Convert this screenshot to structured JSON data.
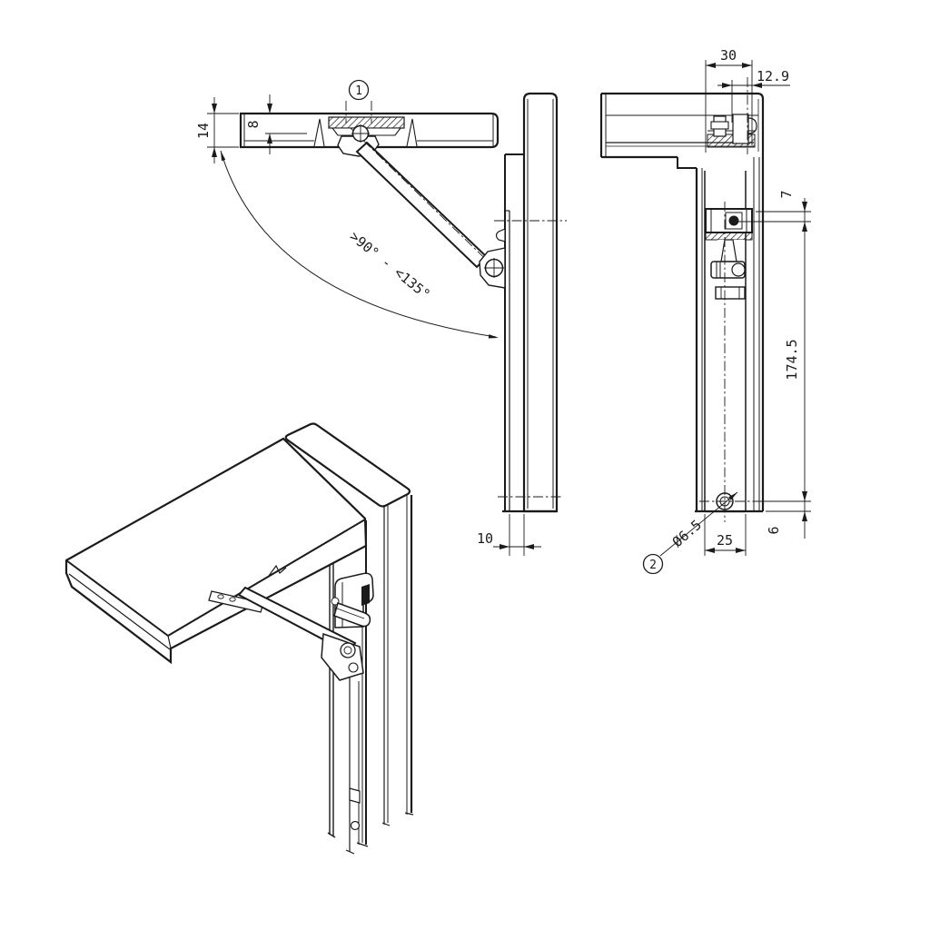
{
  "drawing": {
    "dims": {
      "t14": "14",
      "t8": "8",
      "angle": ">90° - <135°",
      "t10": "10",
      "t30": "30",
      "t129": "12.9",
      "t7": "7",
      "t1745": "174.5",
      "thole": "Ø6.5",
      "t25": "25",
      "t6": "6"
    },
    "callouts": {
      "one": "1",
      "two": "2"
    }
  }
}
